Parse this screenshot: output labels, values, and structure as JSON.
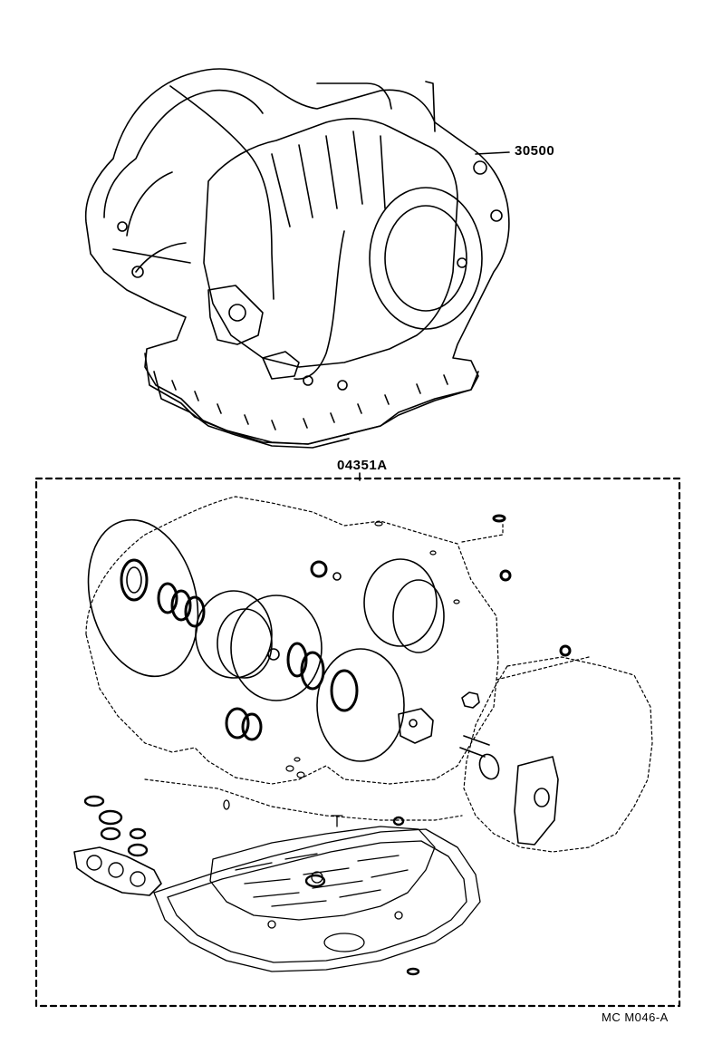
{
  "diagram": {
    "part_labels": {
      "transaxle_assembly": "30500",
      "overhaul_gasket_kit": "04351A"
    },
    "figure_code": "MC M046-A",
    "colors": {
      "ink": "#000000",
      "paper": "#ffffff"
    },
    "components": [
      "automatic-transaxle-assembly",
      "transmission-case-gasket",
      "oil-pan-gasket",
      "valve-body-plate-gasket",
      "clutch-piston-seals",
      "o-rings",
      "oil-seals",
      "rear-cover-gasket"
    ]
  }
}
